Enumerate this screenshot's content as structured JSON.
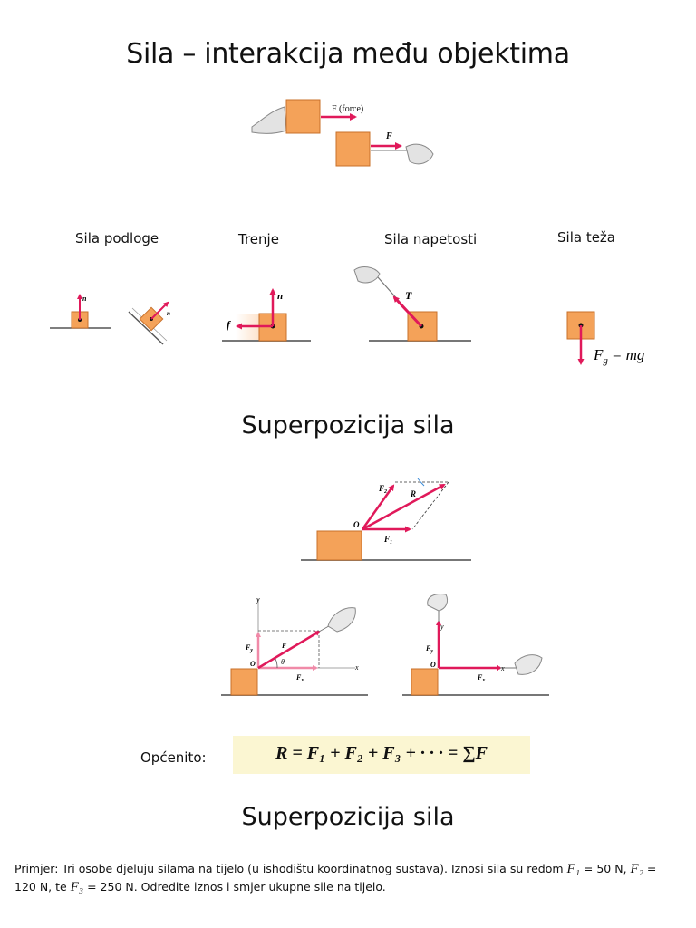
{
  "titles": {
    "main": "Sila – interakcija među objektima",
    "superposition": "Superpozicija sila",
    "superposition_repeat": "Superpozicija sila"
  },
  "top_figure": {
    "push_label": "F (force)",
    "pull_label": "F"
  },
  "force_types": {
    "normal": "Sila podloge",
    "friction": "Trenje",
    "tension": "Sila napetosti",
    "gravity": "Sila teža"
  },
  "vector_labels": {
    "n": "n",
    "f": "f",
    "T": "T",
    "Fg": "F",
    "Fg_sub": "g",
    "Fg_rhs": "= mg",
    "F1": "F",
    "F2": "F",
    "R": "R",
    "O": "O",
    "Fx": "F",
    "Fy": "F",
    "F": "F",
    "theta": "θ",
    "x": "x",
    "y": "y"
  },
  "general": {
    "label": "Općenito:",
    "formula": "R = F₁ + F₂ + F₃ + · · · = ∑F"
  },
  "example": {
    "intro": "Primjer: Tri osobe djeluju silama na tijelo (u ishodištu koordinatnog sustava). Iznosi sila su redom",
    "f1_sym": "F₁",
    "f1_val": "= 50 N,",
    "f2_sym": "F₂",
    "f2_val": "= 120 N, te",
    "f3_sym": "F₃",
    "f3_val": "= 250 N. Odredite iznos i smjer ukupne sile na tijelo."
  },
  "colors": {
    "box": "#f4a259",
    "box_border": "#c8702a",
    "arrow": "#e0195a",
    "ground": "#8a8a8a",
    "formula_bg": "#fbf6d2"
  }
}
